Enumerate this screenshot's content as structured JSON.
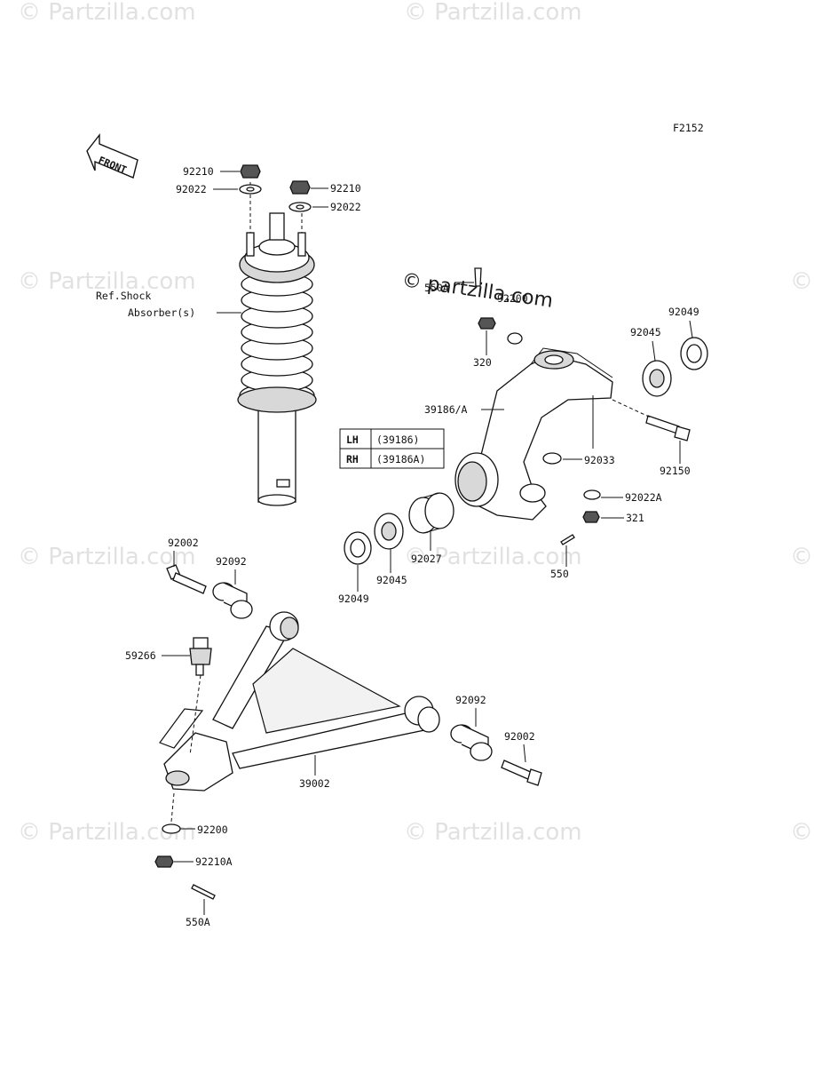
{
  "figure_code": "F2152",
  "front_label": "FRONT",
  "watermark": "© Partzilla.com",
  "watermark_center": "© partzilla.com",
  "ref_note": [
    "Ref.Shock",
    "Absorber(s)"
  ],
  "table": {
    "rows": [
      {
        "side": "LH",
        "part": "(39186)"
      },
      {
        "side": "RH",
        "part": "(39186A)"
      }
    ]
  },
  "labels": {
    "p92210_a": "92210",
    "p92022_a": "92022",
    "p92210_b": "92210",
    "p92022_b": "92022",
    "p550a_top": "550A",
    "p92200_top": "92200",
    "p320": "320",
    "p92049_top": "92049",
    "p92045_top": "92045",
    "p39186": "39186/A",
    "p92033": "92033",
    "p92150": "92150",
    "p92022a": "92022A",
    "p321": "321",
    "p550": "550",
    "p92027": "92027",
    "p92045_bot": "92045",
    "p92049_bot": "92049",
    "p92002_top": "92002",
    "p92092_top": "92092",
    "p59266": "59266",
    "p92092_bot": "92092",
    "p92002_bot": "92002",
    "p39002": "39002",
    "p92200_bot": "92200",
    "p92210a": "92210A",
    "p550a_bot": "550A"
  }
}
